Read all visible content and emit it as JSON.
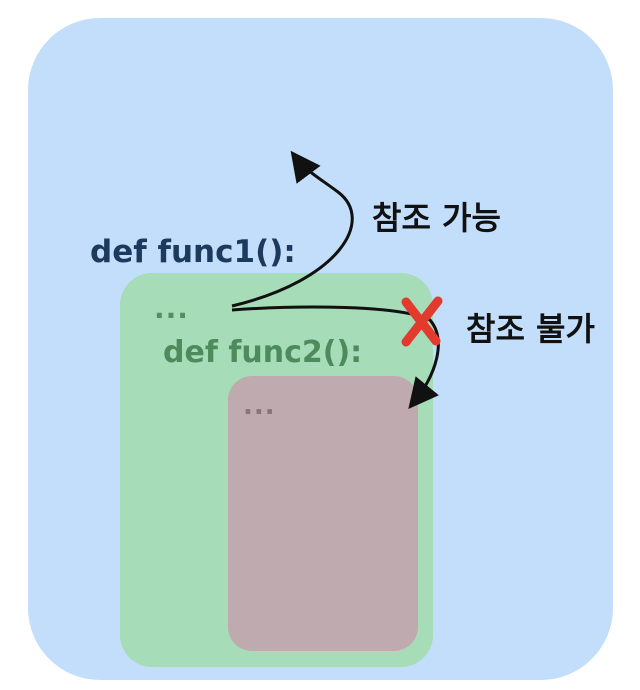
{
  "scopes": {
    "outer": {
      "color": "#c3defa",
      "header": "def func1():",
      "body": "..."
    },
    "middle": {
      "color": "#a6dcb7",
      "header": "def func2():",
      "body": "..."
    },
    "inner": {
      "color": "#bfaab0"
    }
  },
  "annotations": {
    "reference_ok": "참조 가능",
    "reference_blocked": "참조 불가"
  },
  "colors": {
    "arrow": "#111111",
    "cross_mark": "#e23a2c"
  },
  "icons": [
    "cross-mark-icon"
  ]
}
